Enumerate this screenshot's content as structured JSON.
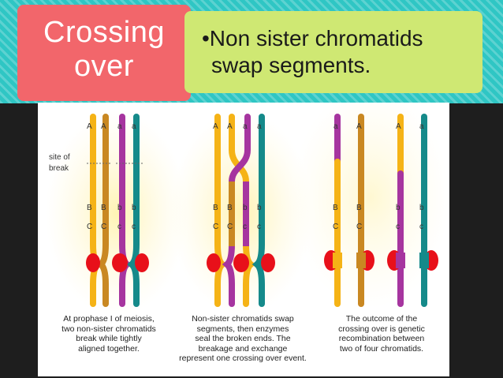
{
  "title": {
    "line1": "Crossing",
    "line2": "over"
  },
  "bullet": {
    "line1": "•Non sister chromatids",
    "line2": "swap segments."
  },
  "diagram": {
    "site_label": {
      "line1": "site of",
      "line2": "break"
    },
    "panel1_letters": {
      "A1": "A",
      "A2": "A",
      "a1": "a",
      "a2": "a",
      "B1": "B",
      "B2": "B",
      "b1": "b",
      "b2": "b",
      "C1": "C",
      "C2": "C",
      "c1": "c",
      "c2": "c"
    },
    "panel2_letters": {
      "A1": "A",
      "A2": "A",
      "a1": "a",
      "a2": "a",
      "B1": "B",
      "B2": "B",
      "b1": "b",
      "b2": "b",
      "C1": "C",
      "C2": "C",
      "c1": "c",
      "c2": "c"
    },
    "panel3_letters": {
      "t1": "a",
      "t2": "A",
      "t3": "A",
      "t4": "a",
      "B1": "B",
      "B2": "B",
      "b1": "b",
      "b2": "b",
      "C1": "C",
      "C2": "C",
      "c1": "c",
      "c2": "c"
    },
    "captions": {
      "panel1": [
        "At prophase I of meiosis,",
        "two non-sister chromatids",
        "break while tightly",
        "aligned together."
      ],
      "panel2": [
        "Non-sister chromatids swap",
        "segments, then enzymes",
        "seal the broken ends. The",
        "breakage and exchange",
        "represent one crossing over event."
      ],
      "panel3": [
        "The outcome of the",
        "crossing over is genetic",
        "recombination between",
        "two of four chromatids."
      ]
    },
    "colors": {
      "yellow": "#f5b316",
      "brown": "#c98822",
      "purple": "#a6359f",
      "teal": "#158a8a",
      "centromere": "#e8101a"
    }
  }
}
